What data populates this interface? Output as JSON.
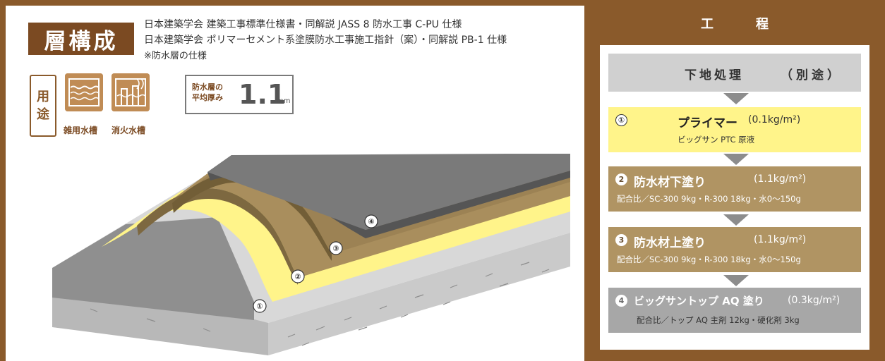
{
  "title": "層構成",
  "spec_lines": [
    "日本建築学会 建築工事標準仕様書・同解説 JASS 8 防水工事 C-PU 仕様",
    "日本建築学会 ポリマーセメント系塗膜防水工事施工指針（案）・同解説 PB-1 仕様",
    "※防水層の仕様"
  ],
  "use": {
    "label_top": "用",
    "label_bottom": "途",
    "items": [
      {
        "icon": "water-tank-icon",
        "label": "雑用水槽"
      },
      {
        "icon": "fire-water-tank-icon",
        "label": "消火水槽"
      }
    ]
  },
  "thickness": {
    "label_1": "防水層の",
    "label_2": "平均厚み",
    "value": "1.1",
    "unit": "mm"
  },
  "layer_markers": [
    "①",
    "②",
    "③",
    "④"
  ],
  "process": {
    "title": "工程",
    "title_chars": [
      "工",
      "程"
    ],
    "base": {
      "label": "下地処理",
      "note": "（別途）"
    },
    "steps": [
      {
        "num": "①",
        "name": "プライマー",
        "amount": "(0.1kg/m²)",
        "sub": "ビッグサン PTC 原液"
      },
      {
        "num": "2",
        "name": "防水材下塗り",
        "amount": "(1.1kg/m²)",
        "sub": "配合比／SC-300 9kg・R-300 18kg・水0〜150g"
      },
      {
        "num": "3",
        "name": "防水材上塗り",
        "amount": "(1.1kg/m²)",
        "sub": "配合比／SC-300 9kg・R-300 18kg・水0〜150g"
      },
      {
        "num": "4",
        "name": "ビッグサントップ AQ 塗り",
        "amount": "(0.3kg/m²)",
        "sub": "配合比／トップ AQ 主剤 12kg・硬化剤 3kg"
      }
    ]
  },
  "colors": {
    "frame": "#8a5a2b",
    "title_badge": "#7b4a22",
    "primer": "#fff48a",
    "coat": "#b09463",
    "topcoat": "#a7a7a7",
    "base": "#d0d0d0"
  }
}
